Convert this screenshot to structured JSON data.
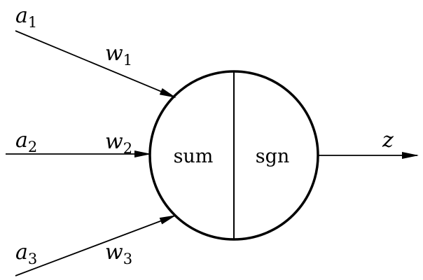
{
  "inputs": [
    {
      "var": "a",
      "index": "1",
      "weight_var": "w",
      "weight_index": "1"
    },
    {
      "var": "a",
      "index": "2",
      "weight_var": "w",
      "weight_index": "2"
    },
    {
      "var": "a",
      "index": "3",
      "weight_var": "w",
      "weight_index": "3"
    }
  ],
  "neuron": {
    "sum_label": "sum",
    "activation_label": "sgn"
  },
  "output": {
    "var": "z"
  },
  "colors": {
    "stroke": "#000000",
    "background": "#ffffff"
  }
}
